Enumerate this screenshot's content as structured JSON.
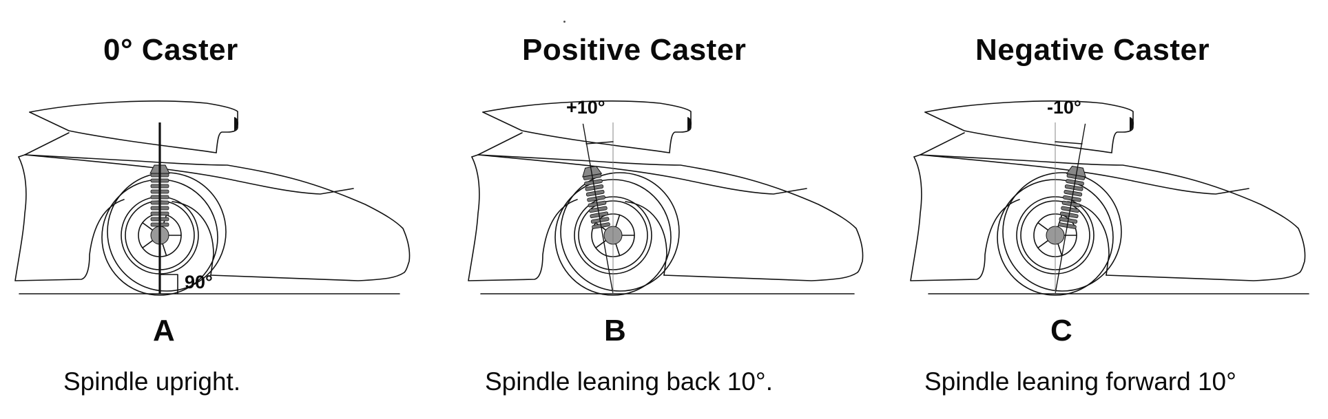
{
  "figure": {
    "panels": [
      {
        "id": "A",
        "title": "0° Caster",
        "letter": "A",
        "caption": "Spindle upright.",
        "angle_label": "90°",
        "spindle_tilt_degrees": 0
      },
      {
        "id": "B",
        "title": "Positive Caster",
        "letter": "B",
        "caption": "Spindle leaning back 10°.",
        "angle_label": "+10°",
        "spindle_tilt_degrees": 10
      },
      {
        "id": "C",
        "title": "Negative Caster",
        "letter": "C",
        "caption": "Spindle leaning forward 10°",
        "angle_label": "-10°",
        "spindle_tilt_degrees": -10
      }
    ],
    "colors": {
      "ink": "#111111",
      "background": "#ffffff",
      "reference_line": "#777777"
    }
  }
}
